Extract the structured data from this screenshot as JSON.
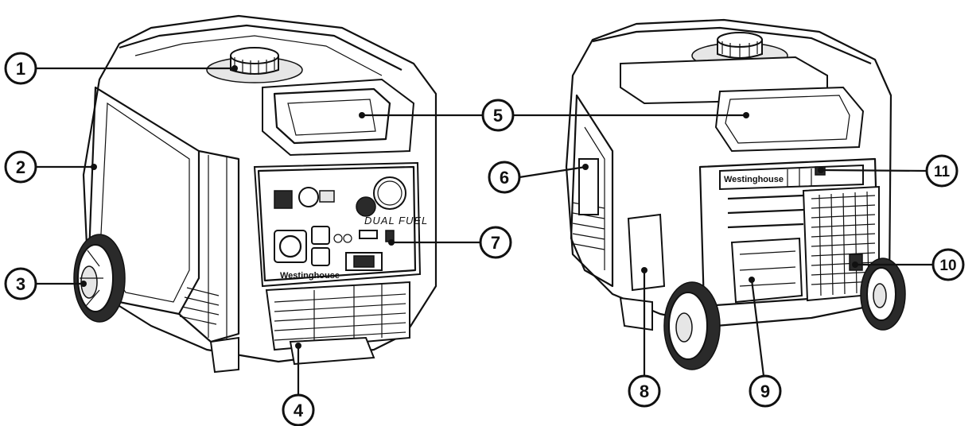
{
  "callouts": [
    {
      "id": "c1",
      "label": "1"
    },
    {
      "id": "c2",
      "label": "2"
    },
    {
      "id": "c3",
      "label": "3"
    },
    {
      "id": "c4",
      "label": "4"
    },
    {
      "id": "c5",
      "label": "5"
    },
    {
      "id": "c6",
      "label": "6"
    },
    {
      "id": "c7",
      "label": "7"
    },
    {
      "id": "c8",
      "label": "8"
    },
    {
      "id": "c9",
      "label": "9"
    },
    {
      "id": "c10",
      "label": "10"
    },
    {
      "id": "c11",
      "label": "11"
    }
  ],
  "panel": {
    "brand": "Westinghouse",
    "fuel_label": "DUAL FUEL"
  },
  "rear": {
    "brand": "Westinghouse"
  }
}
